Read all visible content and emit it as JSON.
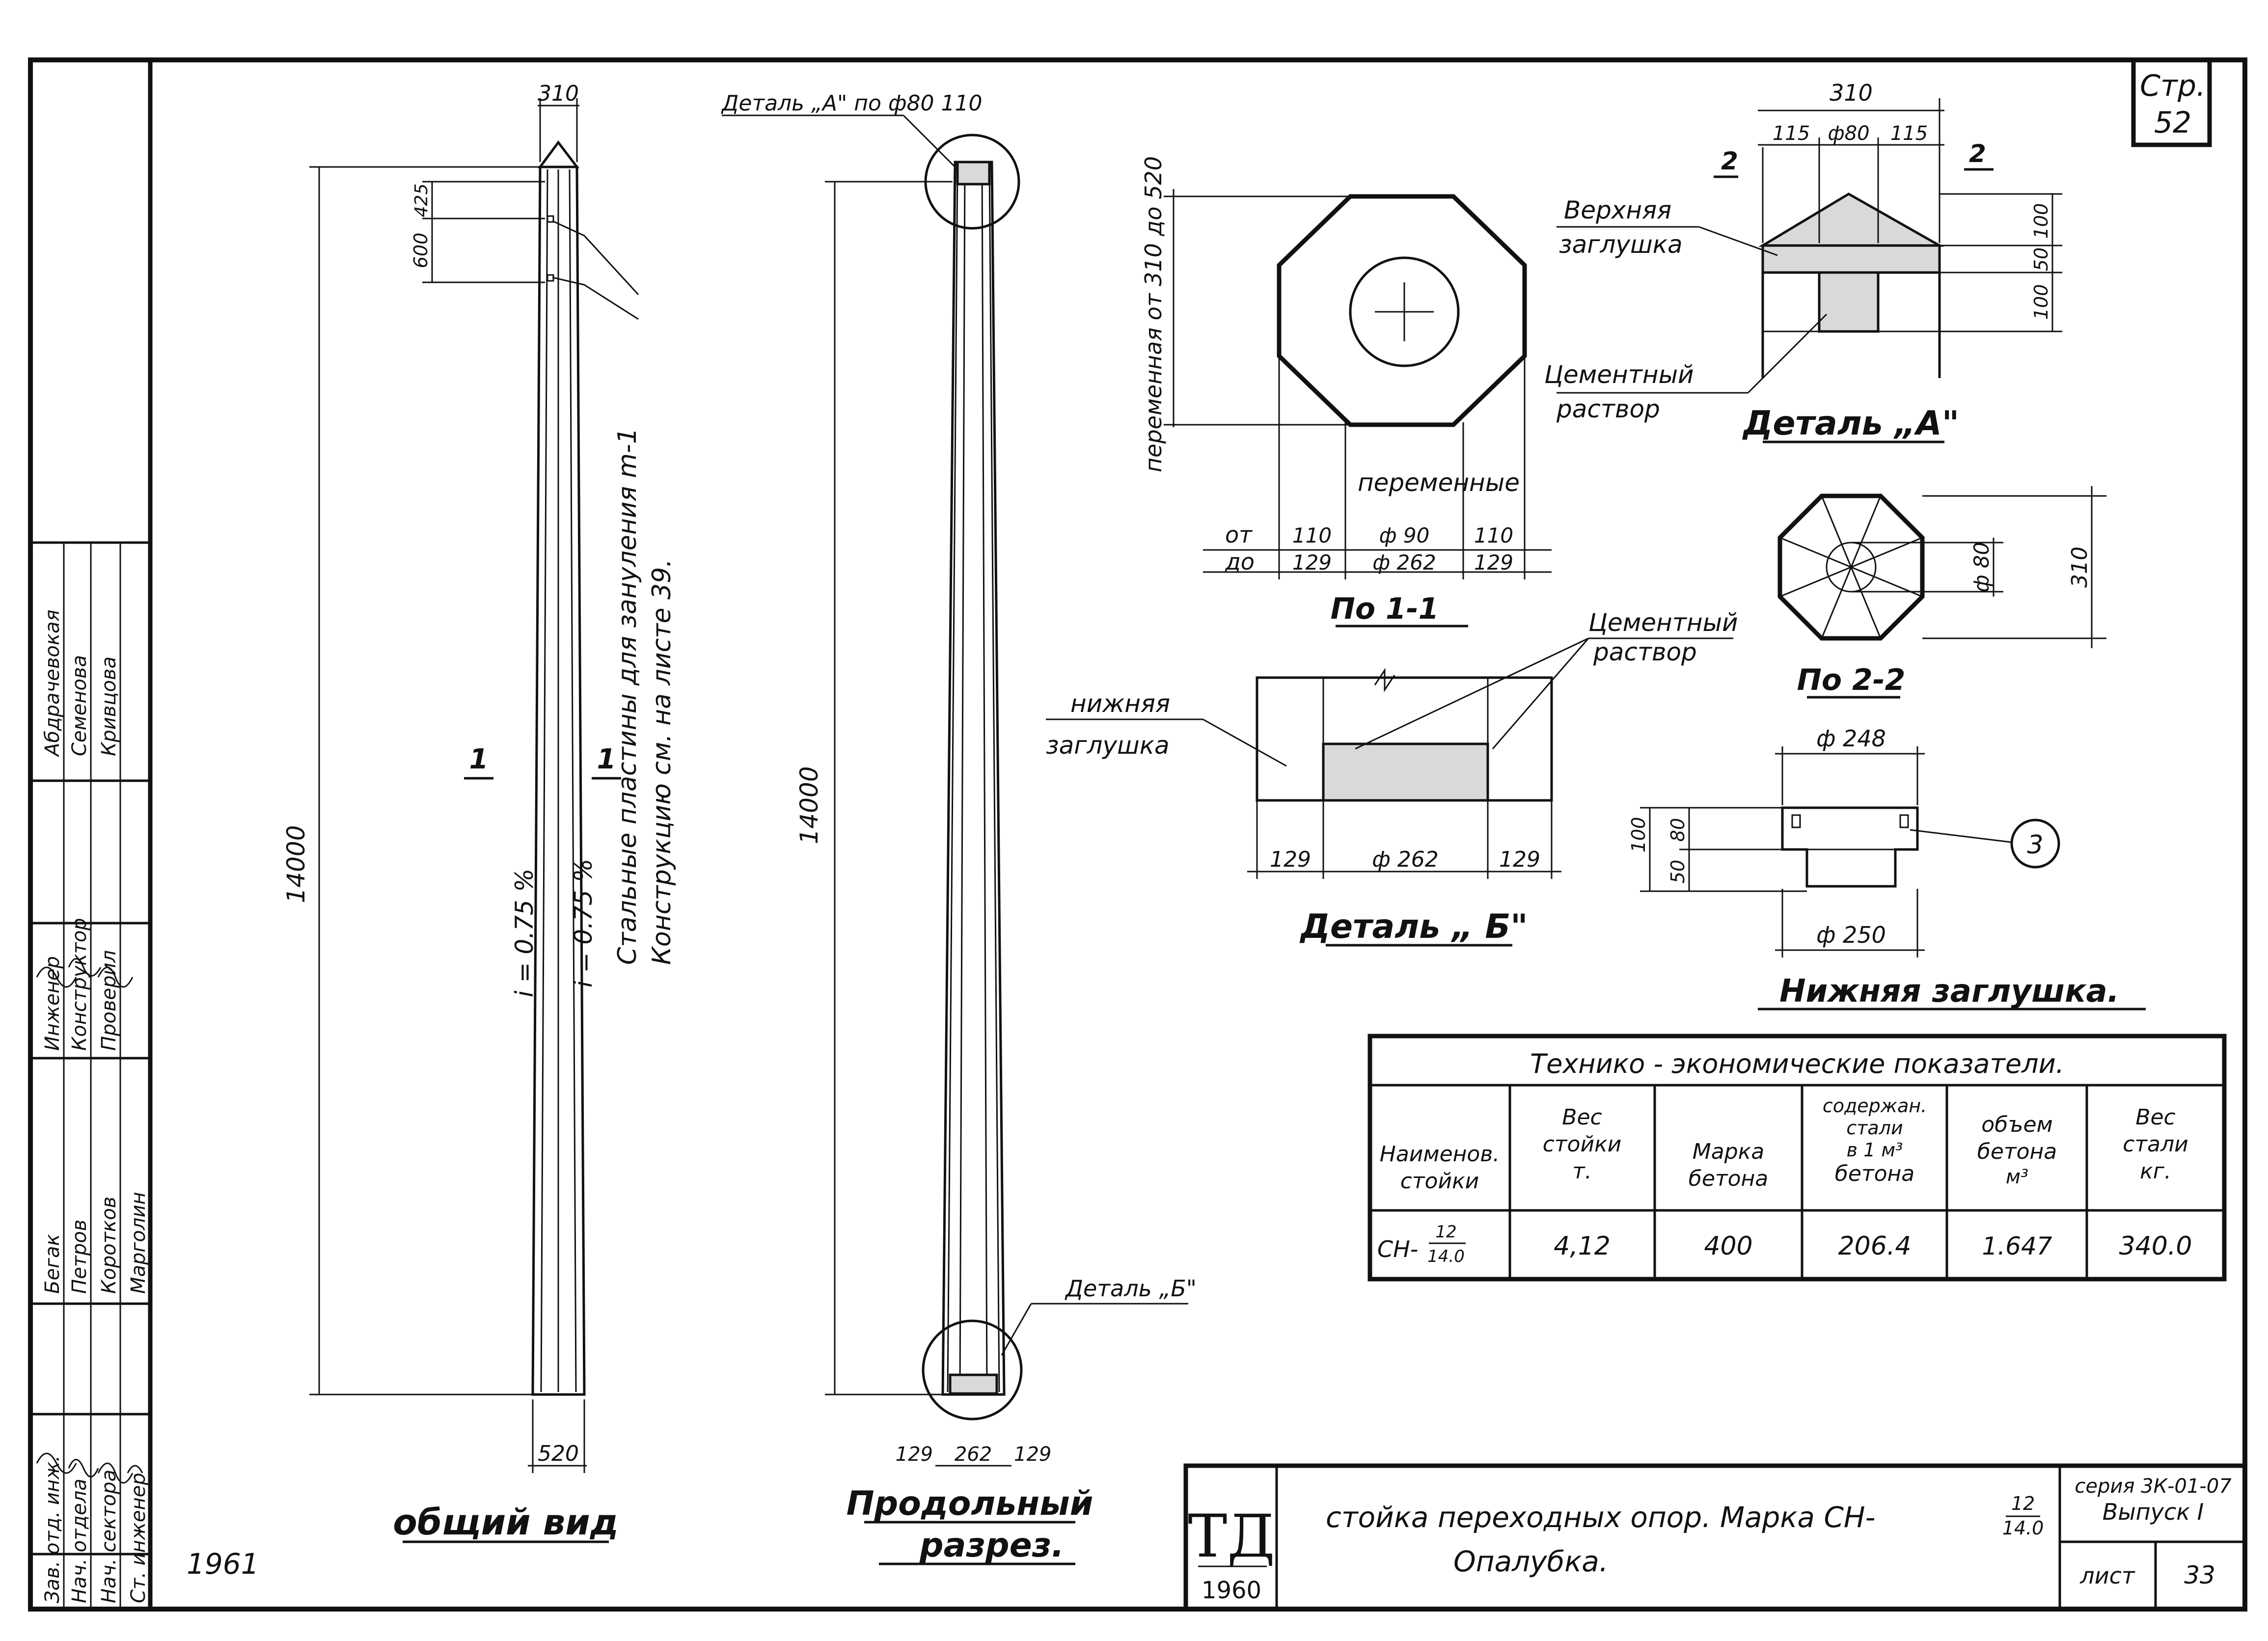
{
  "page": {
    "label": "Стр.",
    "number": "52",
    "year_left": "1961"
  },
  "side_stamp": {
    "rows": [
      {
        "role": "Зав. отд. инж.",
        "name": "Бегак"
      },
      {
        "role": "Нач. отдела",
        "name": "Петров"
      },
      {
        "role": "Нач. сектора",
        "name": "Коротков"
      },
      {
        "role": "Ст. инженер",
        "name": "Марголин"
      },
      {
        "role": "Инженер",
        "name": "Абдрачевокая"
      },
      {
        "role": "Конструктор",
        "name": "Семенова"
      },
      {
        "role": "Проверил",
        "name": "Кривцова"
      }
    ]
  },
  "general_view": {
    "title": "общий вид",
    "top_width": "310",
    "bottom_width": "520",
    "height": "14000",
    "dim_600": "600",
    "dim_425": "425",
    "section_mark": "1",
    "slope_1": "i = 0.75 %",
    "slope_2": "i = 0.75 %",
    "note_line1": "Стальные пластины для зануления  m-1",
    "note_line2": "Конструкцию см. на листе 39."
  },
  "long_section": {
    "title_line1": "Продольный",
    "title_line2": "разрез.",
    "height": "14000",
    "detail_a_ref": "Деталь „А\" по ф80 110",
    "detail_b_ref": "Деталь „Б\"",
    "bottom_dims": [
      "129",
      "262",
      "129"
    ]
  },
  "section_1_1": {
    "title": "По 1-1",
    "variable_label": "переменная от 310 до 520",
    "variable_bottom": "переменные",
    "row_from_label": "от",
    "row_to_label": "до",
    "row_from": [
      "110",
      "ф 90",
      "110"
    ],
    "row_to": [
      "129",
      "ф 262",
      "129"
    ]
  },
  "detail_a": {
    "title": "Деталь „А\"",
    "width": "310",
    "dims_top": [
      "115",
      "ф80",
      "115"
    ],
    "dims_right": [
      "100",
      "50",
      "100"
    ],
    "cut_mark": "2",
    "upper_plug": [
      "Верхняя",
      "заглушка"
    ],
    "mortar": [
      "Цементный",
      "раствор"
    ]
  },
  "section_2_2": {
    "title": "По 2-2",
    "dia": "ф 80",
    "size": "310"
  },
  "detail_b": {
    "title": "Деталь „ Б\"",
    "lower_plug": [
      "нижняя",
      "заглушка"
    ],
    "mortar": [
      "Цементный",
      "раствор"
    ],
    "dims": [
      "129",
      "ф 262",
      "129"
    ]
  },
  "lower_plug": {
    "title": "Нижняя заглушка.",
    "top_dia": "ф 248",
    "bottom_dia": "ф 250",
    "dims_left": [
      "100",
      "80",
      "50"
    ],
    "callout": "3"
  },
  "tech_table": {
    "title": "Технико - экономические показатели.",
    "headers": [
      [
        "Наименов.",
        "стойки"
      ],
      [
        "Вес",
        "стойки",
        "т."
      ],
      [
        "Марка",
        "бетона"
      ],
      [
        "содержан.",
        "стали",
        "в 1 м³",
        "бетона"
      ],
      [
        "объем",
        "бетона",
        "м³"
      ],
      [
        "Вес",
        "стали",
        "кг."
      ]
    ],
    "row": {
      "name_prefix": "СН-",
      "name_num": "12",
      "name_den": "14.0",
      "weight": "4,12",
      "concrete": "400",
      "steel_content": "206.4",
      "volume": "1.647",
      "steel_weight": "340.0"
    }
  },
  "title_block": {
    "logo": "ТД",
    "logo_year": "1960",
    "line1_prefix": "стойка переходных опор. Марка СН-",
    "mark_num": "12",
    "mark_den": "14.0",
    "line2": "Опалубка.",
    "series": "серия 3К-01-07",
    "issue": "Выпуск I",
    "sheet_label": "лист",
    "sheet_number": "33"
  }
}
